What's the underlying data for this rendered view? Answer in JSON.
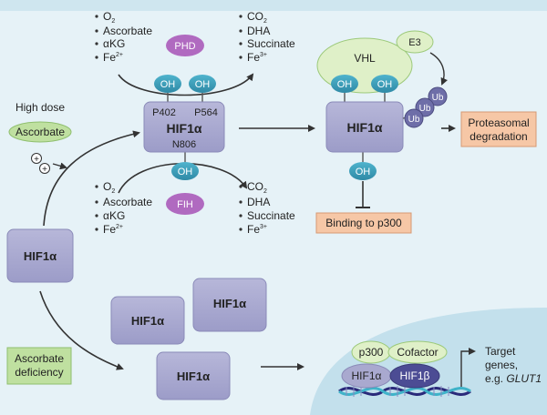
{
  "reagents_top_left": {
    "o2": "O",
    "o2_sub": "2",
    "ascorbate": "Ascorbate",
    "akg": "αKG",
    "fe": "Fe",
    "fe_sup": "2+"
  },
  "products_top_right": {
    "co2": "CO",
    "co2_sub": "2",
    "dha": "DHA",
    "succinate": "Succinate",
    "fe": "Fe",
    "fe_sup": "3+"
  },
  "reagents_bottom_left": {
    "o2": "O",
    "o2_sub": "2",
    "ascorbate": "Ascorbate",
    "akg": "αKG",
    "fe": "Fe",
    "fe_sup": "2+"
  },
  "products_bottom_right": {
    "co2": "CO",
    "co2_sub": "2",
    "dha": "DHA",
    "succinate": "Succinate",
    "fe": "Fe",
    "fe_sup": "3+"
  },
  "phd": "PHD",
  "fih": "FIH",
  "oh": "OH",
  "hif1a": "HIF1α",
  "p402": "P402",
  "p564": "P564",
  "n806": "N806",
  "high_dose": "High dose",
  "ascorbate": "Ascorbate",
  "plus": "+",
  "vhl": "VHL",
  "e3": "E3",
  "ub": "Ub",
  "proteasomal_line1": "Proteasomal",
  "proteasomal_line2": "degradation",
  "binding_p300": "Binding to p300",
  "ascorbate_def_line1": "Ascorbate",
  "ascorbate_def_line2": "deficiency",
  "p300": "p300",
  "cofactor": "Cofactor",
  "hif1b": "HIF1β",
  "target_line1": "Target",
  "target_line2": "genes,",
  "target_line3_prefix": "e.g. ",
  "target_line3_gene": "GLUT1",
  "colors": {
    "background": "#e6f2f7",
    "nucleus": "#c3e0ec",
    "hif_box": "#a9a9cf",
    "hif_box_stroke": "#8a8ab8",
    "oh_teal": "#3a9cb8",
    "enzyme_purple": "#b06ac0",
    "green": "#bfe0a0",
    "orange_box": "#f6c7a6",
    "ub": "#6e6ea8",
    "hif1b": "#4c4c94"
  }
}
